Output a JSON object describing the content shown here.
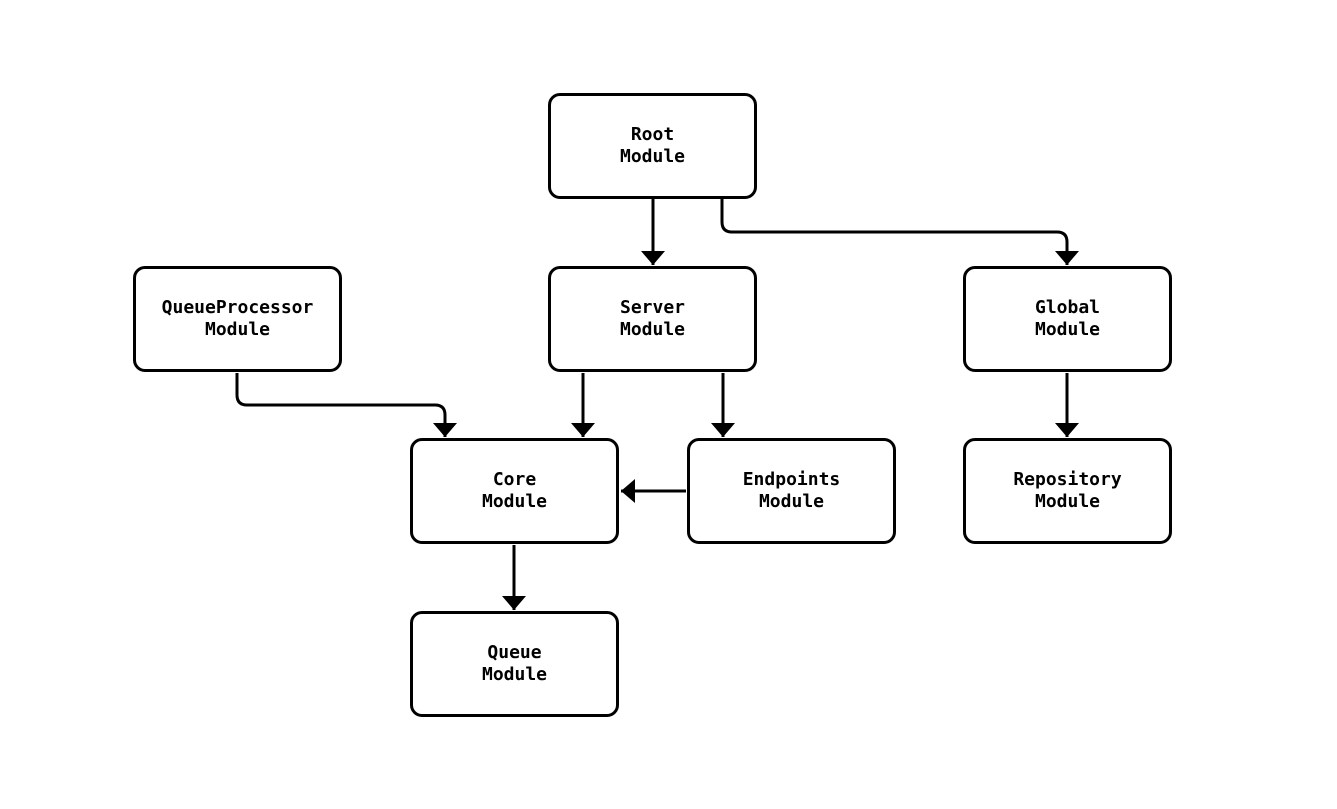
{
  "diagram": {
    "type": "flowchart",
    "background_color": "#ffffff",
    "node_fill_color": "#ffffff",
    "node_border_color": "#000000",
    "edge_color": "#000000",
    "text_color": "#000000",
    "nodes": [
      {
        "id": "root",
        "label": "Root\nModule"
      },
      {
        "id": "queueprocessor",
        "label": "QueueProcessor\nModule"
      },
      {
        "id": "server",
        "label": "Server\nModule"
      },
      {
        "id": "global",
        "label": "Global\nModule"
      },
      {
        "id": "core",
        "label": "Core\nModule"
      },
      {
        "id": "endpoints",
        "label": "Endpoints\nModule"
      },
      {
        "id": "repository",
        "label": "Repository\nModule"
      },
      {
        "id": "queue",
        "label": "Queue\nModule"
      }
    ],
    "edges": [
      {
        "from": "root",
        "to": "server"
      },
      {
        "from": "root",
        "to": "global"
      },
      {
        "from": "queueprocessor",
        "to": "core"
      },
      {
        "from": "server",
        "to": "core"
      },
      {
        "from": "server",
        "to": "endpoints"
      },
      {
        "from": "endpoints",
        "to": "core"
      },
      {
        "from": "global",
        "to": "repository"
      },
      {
        "from": "core",
        "to": "queue"
      }
    ]
  }
}
